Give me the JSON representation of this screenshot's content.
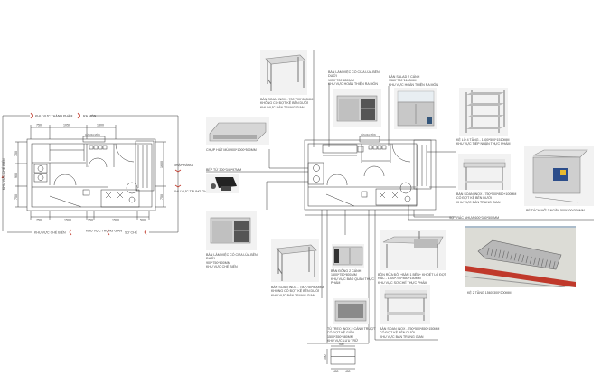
{
  "left_plan": {
    "top_flow": {
      "from": "KHU VỰC THÀNH PHẨM",
      "to": "RA MÓN"
    },
    "left_zone": "KHU VỰC CHẾ BIẾN",
    "right_zones": [
      "NHẬP HÀNG",
      "KHU VỰC TRUNG GIAN"
    ],
    "bottom_flow": [
      "KHU VỰC CHẾ BIẾN",
      "KHU VỰC TRUNG GIAN",
      "SƠ CHẾ"
    ],
    "door_label": "CỬA RA MÓN",
    "dims_top": [
      "750",
      "1050",
      "1300"
    ],
    "dims_bottom": [
      "750",
      "1500",
      "250",
      "1500",
      "500"
    ],
    "dims_left": [
      "750",
      "900",
      "750"
    ],
    "dims_right": [
      "1600",
      "750"
    ]
  },
  "center_plan": {
    "door_label": "CỬA RA MÓN"
  },
  "trash_label": "SỌT RÁC NHỰA 600*380*500MM",
  "products": [
    {
      "id": "table-top",
      "type": "table",
      "lines": [
        "BÀN SOAN INOX - 700*700*800MM",
        "KHÔNG CÓ ĐỢT KỆ BÊN DƯỚI",
        "KHU VỰC BÁN TRUNG GIAN"
      ]
    },
    {
      "id": "cabinet-table-top",
      "type": "cabinet",
      "lines": [
        "BÀN LÀM VIỆC CÓ CỬA LÙA BÊN",
        "DƯỚI",
        "1050*700*850MM",
        "KHU VỰC HOÀN THIỆN RA MÓN"
      ]
    },
    {
      "id": "salad-counter",
      "type": "salad",
      "lines": [
        "BÀN SALAD 2 CÁNH",
        "1360*700*1100MM",
        "KHU VỰC HOÀN THIỆN RA MÓN"
      ]
    },
    {
      "id": "shelf-4-tier",
      "type": "rack",
      "lines": [
        "KỆ LỖ 4 TẦNG - 1500*500*1510MM",
        "KHU VỰC TIẾP NHẬN THỰC PHẨM"
      ]
    },
    {
      "id": "hood",
      "type": "hood",
      "lines": [
        "CHỤP HÚT MÙI 900*1000*500MM"
      ]
    },
    {
      "id": "table-undershelf-right",
      "type": "table-shelf",
      "lines": [
        "BÀN SOAN INOX - 750*500*850+100MM",
        "CÓ ĐỢT KỆ BÊN DƯỚI",
        "KHU VỰC BÁN TRUNG GIAN"
      ]
    },
    {
      "id": "grease-trap",
      "type": "trap",
      "lines": [
        "BỂ TÁCH MỠ 3 NGĂN 500*300*300MM"
      ]
    },
    {
      "id": "induction-stove",
      "type": "stove",
      "lines": [
        "BẾP TỪ 300*340*97MM"
      ]
    },
    {
      "id": "cabinet-table-left",
      "type": "cabinet",
      "lines": [
        "BÀN LÀM VIỆC CÓ CỬA LÙA BÊN",
        "DƯỚI",
        "900*750*800MM",
        "KHU VỰC CHẾ BIẾN"
      ]
    },
    {
      "id": "table-bottom",
      "type": "table",
      "lines": [
        "BÀN SOAN INOX - 750*750*800MM",
        "KHÔNG CÓ ĐỢT KỆ BÊN DƯỚI",
        "KHU VỰC BÁN TRUNG GIAN"
      ]
    },
    {
      "id": "freezer-counter",
      "type": "freezer",
      "lines": [
        "BÀN ĐÔNG 2 CÁNH",
        "1500*750*800MM",
        "KHU VỰC BẢO QUẢN THỰC",
        "PHẨM"
      ]
    },
    {
      "id": "double-sink",
      "type": "sink",
      "lines": [
        "BỒN RỬA ĐÔI +BÀN 1 BÊN+ KHOÉT LỖ ĐỢT",
        "RÁC - 1500*750*850+150MM",
        "KHU VỰC SƠ CHẾ THỰC PHẨM"
      ]
    },
    {
      "id": "wall-cabinet",
      "type": "wallcab",
      "lines": [
        "TỦ TREO INOX 2 CÁNH TRƯỢT",
        "CÓ ĐỢT KỆ GIỮA",
        "1500*350*580MM",
        "KHU VỰC LƯU TRỮ"
      ]
    },
    {
      "id": "table-undershelf-bottom",
      "type": "table-shelf",
      "lines": [
        "BÀN SOAN INOX - 750*500*850+150MM",
        "CÓ ĐỢT KỆ BÊN DƯỚI",
        "KHU VỰC BÁN TRUNG GIAN"
      ]
    },
    {
      "id": "wall-shelf-2-tier",
      "type": "wallshelf",
      "lines": [
        "KỆ 2 TẦNG 1560*300*200MM"
      ]
    }
  ],
  "cabinet_plan_dims": {
    "width": "900",
    "depth": "350",
    "halves": [
      "450",
      "450"
    ]
  },
  "colors": {
    "line": "#333333",
    "steel": "#c8c8c8",
    "accent_red": "#c0392b",
    "arrow": "#c0392b"
  }
}
